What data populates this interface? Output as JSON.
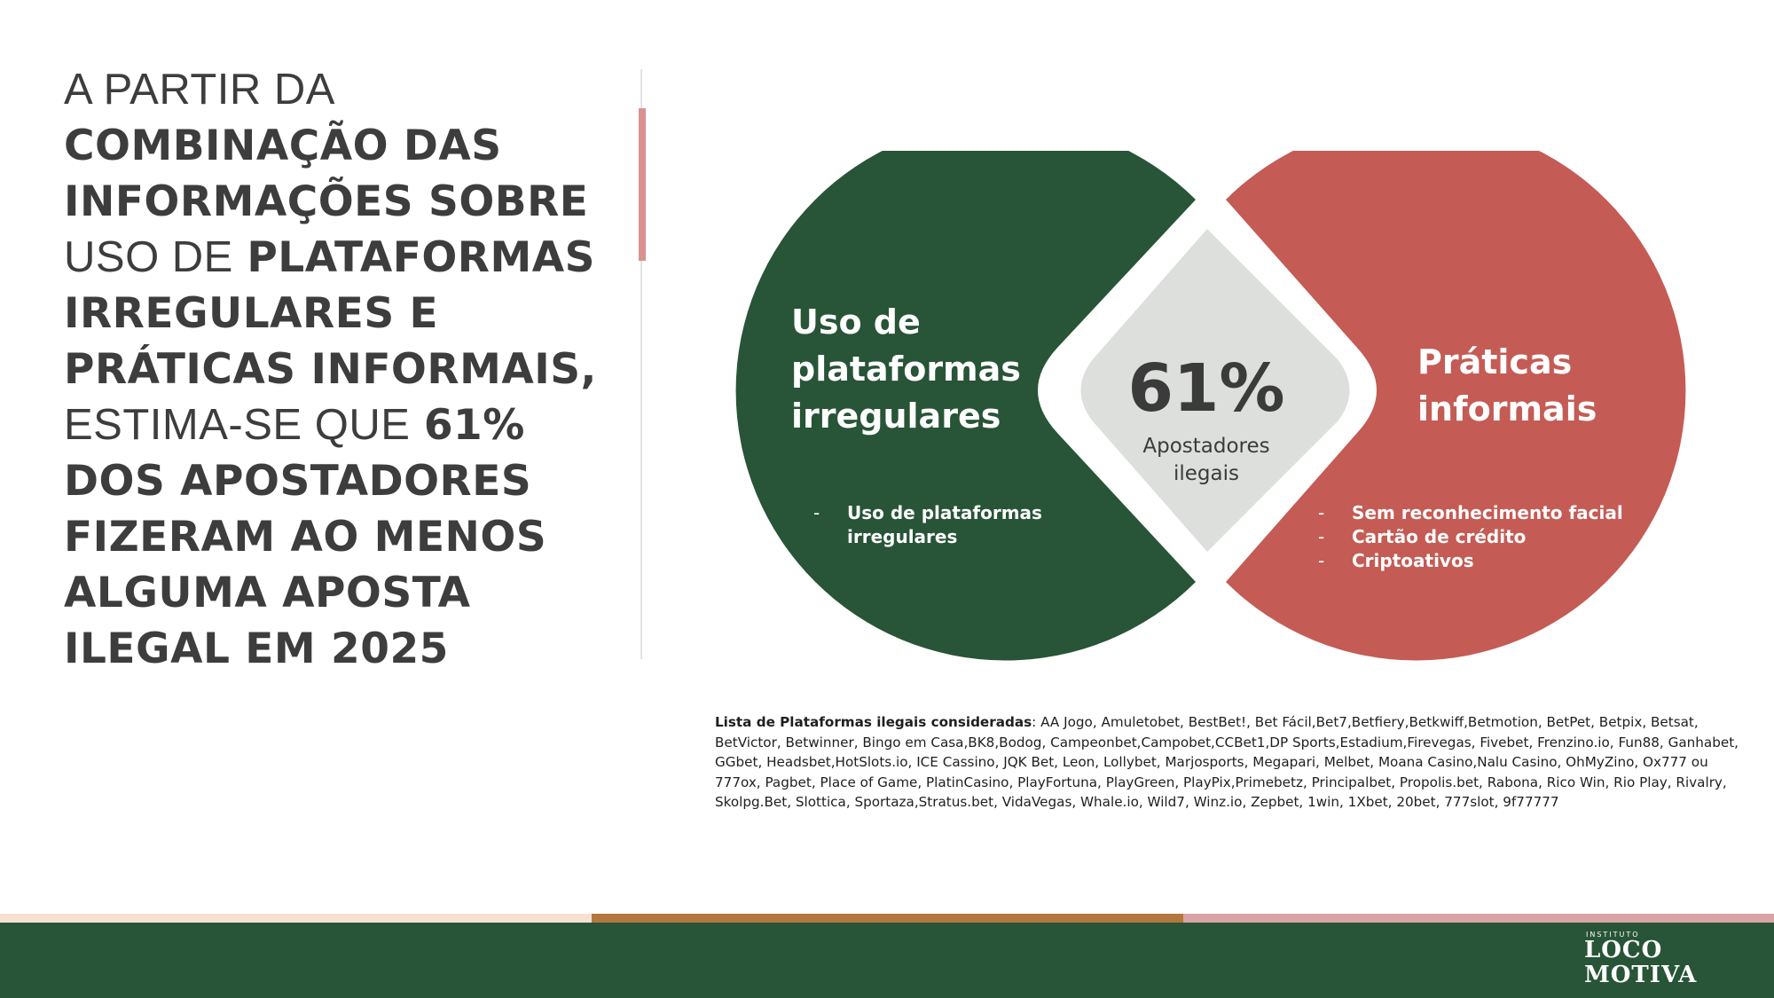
{
  "headline": {
    "p1": "A PARTIR DA",
    "p2": "COMBINAÇÃO DAS INFORMAÇÕES SOBRE",
    "p3": "USO DE",
    "p4": "PLATAFORMAS IRREGULARES E PRÁTICAS INFORMAIS,",
    "p5": "ESTIMA-SE QUE",
    "p6": "61% DOS APOSTADORES FIZERAM AO MENOS ALGUMA APOSTA ILEGAL EM 2025"
  },
  "diagram": {
    "left_title_lines": [
      "Uso de",
      "plataformas",
      "irregulares"
    ],
    "left_bullets": [
      "Uso de plataformas irregulares"
    ],
    "right_title_lines": [
      "Práticas",
      "informais"
    ],
    "right_bullets": [
      "Sem reconhecimento facial",
      "Cartão de crédito",
      "Criptoativos"
    ],
    "center_value": "61%",
    "center_label_lines": [
      "Apostadores",
      "ilegais"
    ],
    "colors": {
      "green": "#285437",
      "red": "#c45b54",
      "center": "#dcdfdb"
    }
  },
  "note": {
    "label": "Lista de Plataformas ilegais consideradas",
    "text": ": AA Jogo, Amuletobet, BestBet!, Bet Fácil,Bet7,Betfiery,Betkwiff,Betmotion, BetPet, Betpix, Betsat, BetVictor, Betwinner, Bingo em Casa,BK8,Bodog, Campeonbet,Campobet,CCBet1,DP Sports,Estadium,Firevegas, Fivebet, Frenzino.io, Fun88, Ganhabet, GGbet, Headsbet,HotSlots.io, ICE Cassino, JQK Bet, Leon, Lollybet, Marjosports, Megapari, Melbet, Moana Casino,Nalu Casino, OhMyZino, Ox777 ou 777ox, Pagbet, Place of Game, PlatinCasino, PlayFortuna, PlayGreen, PlayPix,Primebetz, Principalbet, Propolis.bet, Rabona, Rico Win, Rio Play, Rivalry, Skolpg.Bet, Slottica, Sportaza,Stratus.bet, VidaVegas, Whale.io, Wild7, Winz.io, Zepbet, 1win, 1Xbet, 20bet, 777slot, 9f77777"
  },
  "logo": {
    "top": "INSTITUTO",
    "line1": "LOCO",
    "line2": "MOTIVA"
  },
  "stripe_colors": [
    "#f6e0d2",
    "#b3773e",
    "#d9a3a3"
  ],
  "footer_color": "#285437"
}
